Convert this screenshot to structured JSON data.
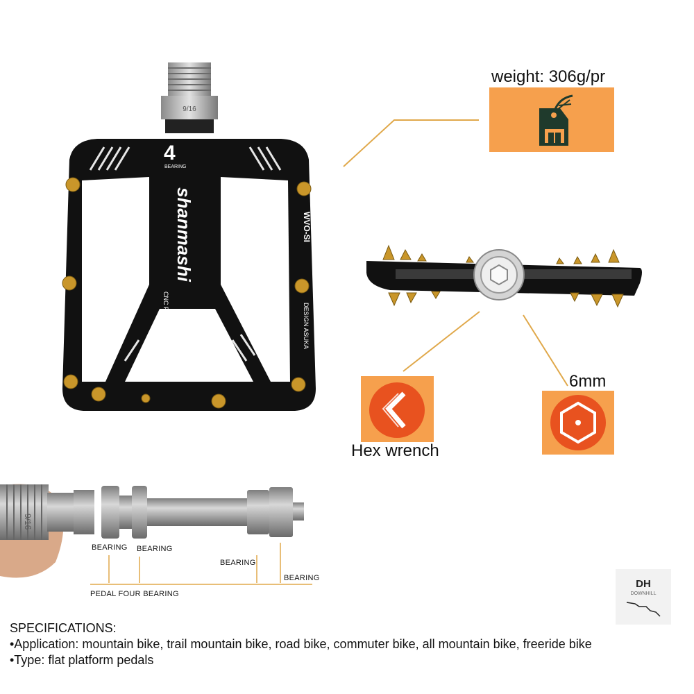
{
  "pedal_main": {
    "logo_text": "4",
    "bearing_text": "BEARING",
    "brand_text": "shanmashi",
    "cnc_text": "CNC PEDAL",
    "model_text": "WVO-SI",
    "design_text": "DESIGN ASUKA",
    "spindle_marking": "9/16"
  },
  "weight": {
    "label": "weight: 306g/pr",
    "icon": "weight-tag-icon",
    "box_color": "#f6a04d"
  },
  "hex_wrench": {
    "label": "Hex wrench",
    "icon": "hex-wrench-icon"
  },
  "hex_size": {
    "label": "6mm",
    "icon": "hexagon-nut-icon"
  },
  "bearings": {
    "label_1": "BEARING",
    "label_2": "BEARING",
    "label_3": "BEARING",
    "label_4": "BEARING",
    "summary": "PEDAL FOUR BEARING",
    "spindle_marking": "9/16",
    "line_color": "#e0a84a"
  },
  "badge": {
    "title": "DH",
    "subtitle": "DOWNHILL",
    "icon": "downhill-trail-icon"
  },
  "specs": {
    "heading": "SPECIFICATIONS:",
    "application": "•Application: mountain bike, trail mountain bike, road bike, commuter bike, all mountain bike,  freeride bike",
    "type": "•Type: flat platform pedals"
  },
  "colors": {
    "accent": "#f6a04d",
    "icon_red": "#e8521f",
    "pin_gold": "#c9962a",
    "pedal_black": "#111111"
  }
}
